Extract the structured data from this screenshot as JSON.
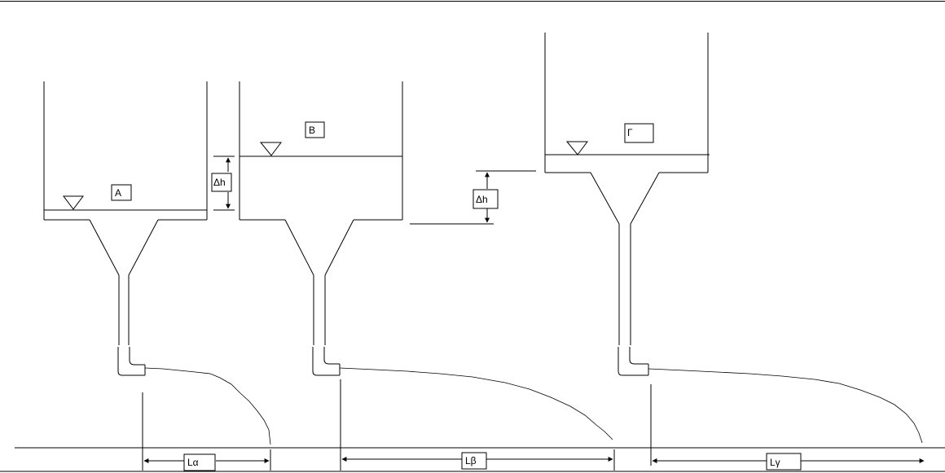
{
  "tanks": [
    {
      "label": "A"
    },
    {
      "label": "B"
    },
    {
      "label": "Γ"
    }
  ],
  "head_labels": [
    "Δh",
    "Δh"
  ],
  "distance_labels": [
    "Lα",
    "Lβ",
    "Lγ"
  ]
}
